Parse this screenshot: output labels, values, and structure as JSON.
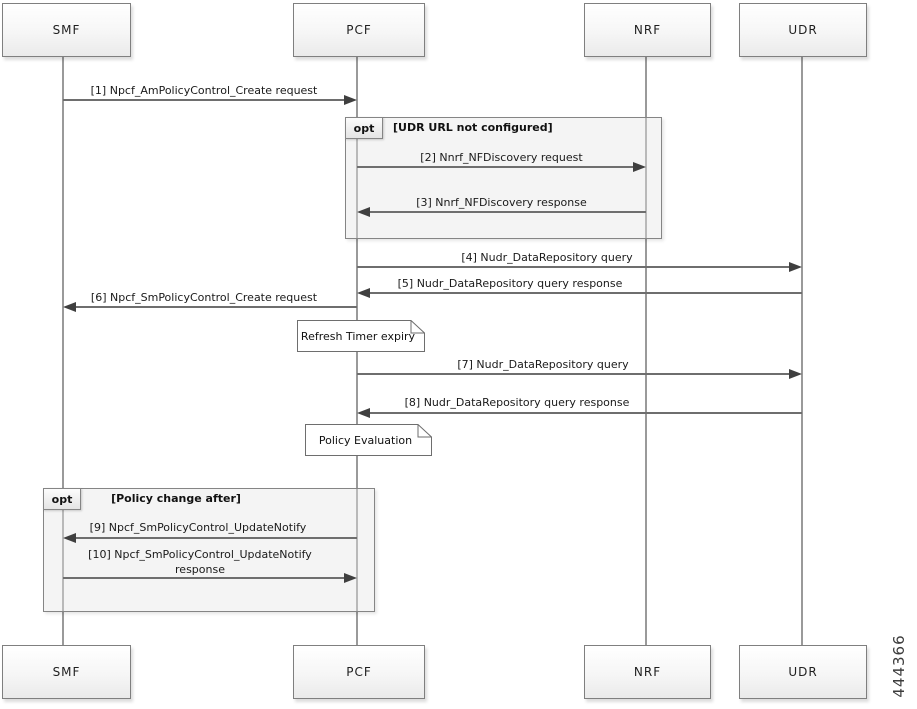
{
  "actors": [
    {
      "id": "smf",
      "label": "SMF"
    },
    {
      "id": "pcf",
      "label": "PCF"
    },
    {
      "id": "nrf",
      "label": "NRF"
    },
    {
      "id": "udr",
      "label": "UDR"
    }
  ],
  "messages": [
    {
      "num": 1,
      "label": "[1] Npcf_AmPolicyControl_Create request",
      "from": "SMF",
      "to": "PCF",
      "direction": "right"
    },
    {
      "num": 2,
      "label": "[2] Nnrf_NFDiscovery request",
      "from": "PCF",
      "to": "NRF",
      "direction": "right"
    },
    {
      "num": 3,
      "label": "[3] Nnrf_NFDiscovery response",
      "from": "NRF",
      "to": "PCF",
      "direction": "left"
    },
    {
      "num": 4,
      "label": "[4] Nudr_DataRepository query",
      "from": "PCF",
      "to": "UDR",
      "direction": "right"
    },
    {
      "num": 5,
      "label": "[5] Nudr_DataRepository query response",
      "from": "UDR",
      "to": "PCF",
      "direction": "left"
    },
    {
      "num": 6,
      "label": "[6] Npcf_SmPolicyControl_Create request",
      "from": "PCF",
      "to": "SMF",
      "direction": "left"
    },
    {
      "num": 7,
      "label": "[7] Nudr_DataRepository query",
      "from": "PCF",
      "to": "UDR",
      "direction": "right"
    },
    {
      "num": 8,
      "label": "[8] Nudr_DataRepository query response",
      "from": "UDR",
      "to": "PCF",
      "direction": "left"
    },
    {
      "num": 9,
      "label": "[9] Npcf_SmPolicyControl_UpdateNotify",
      "from": "PCF",
      "to": "SMF",
      "direction": "left"
    },
    {
      "num": 10,
      "label": "[10] Npcf_SmPolicyControl_UpdateNotify response",
      "from": "SMF",
      "to": "PCF",
      "direction": "right"
    }
  ],
  "fragments": [
    {
      "operator": "opt",
      "guard": "[UDR URL not configured]"
    },
    {
      "operator": "opt",
      "guard": "[Policy change after]"
    }
  ],
  "notes": [
    {
      "text": "Refresh Timer expiry"
    },
    {
      "text": "Policy Evaluation"
    }
  ],
  "figure_number": "444366"
}
